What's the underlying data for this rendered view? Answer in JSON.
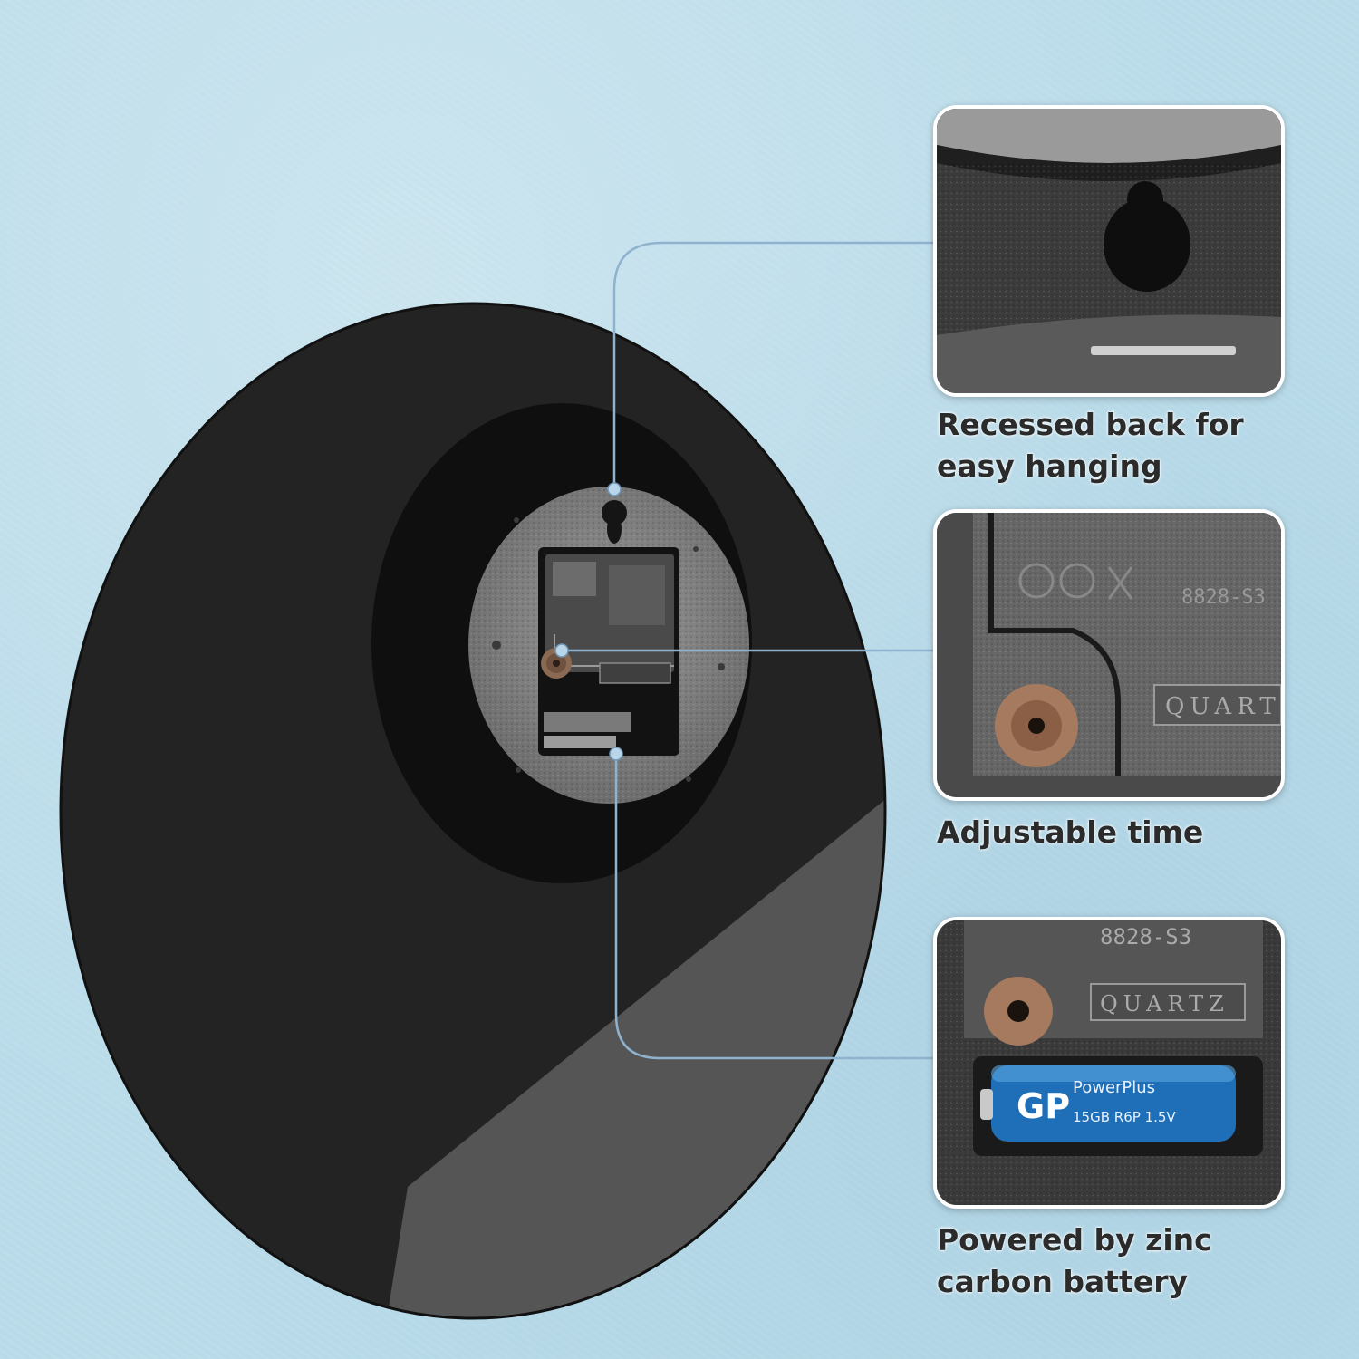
{
  "callouts": [
    {
      "lines": [
        "Recessed back for",
        "easy hanging"
      ]
    },
    {
      "lines": [
        "Adjustable time"
      ]
    },
    {
      "lines": [
        "Powered by zinc",
        "carbon battery"
      ]
    }
  ],
  "movement_markings": {
    "model": "8828-S3",
    "brand": "QUARTZ"
  },
  "battery": {
    "logo": "GP",
    "line": "PowerPlus",
    "spec": "15GB R6P 1.5V"
  },
  "colors": {
    "background": "#b9dbe9",
    "clock_body": "#232323",
    "connector_line": "#8fb3cf",
    "caption_text": "#2b2b2b"
  }
}
